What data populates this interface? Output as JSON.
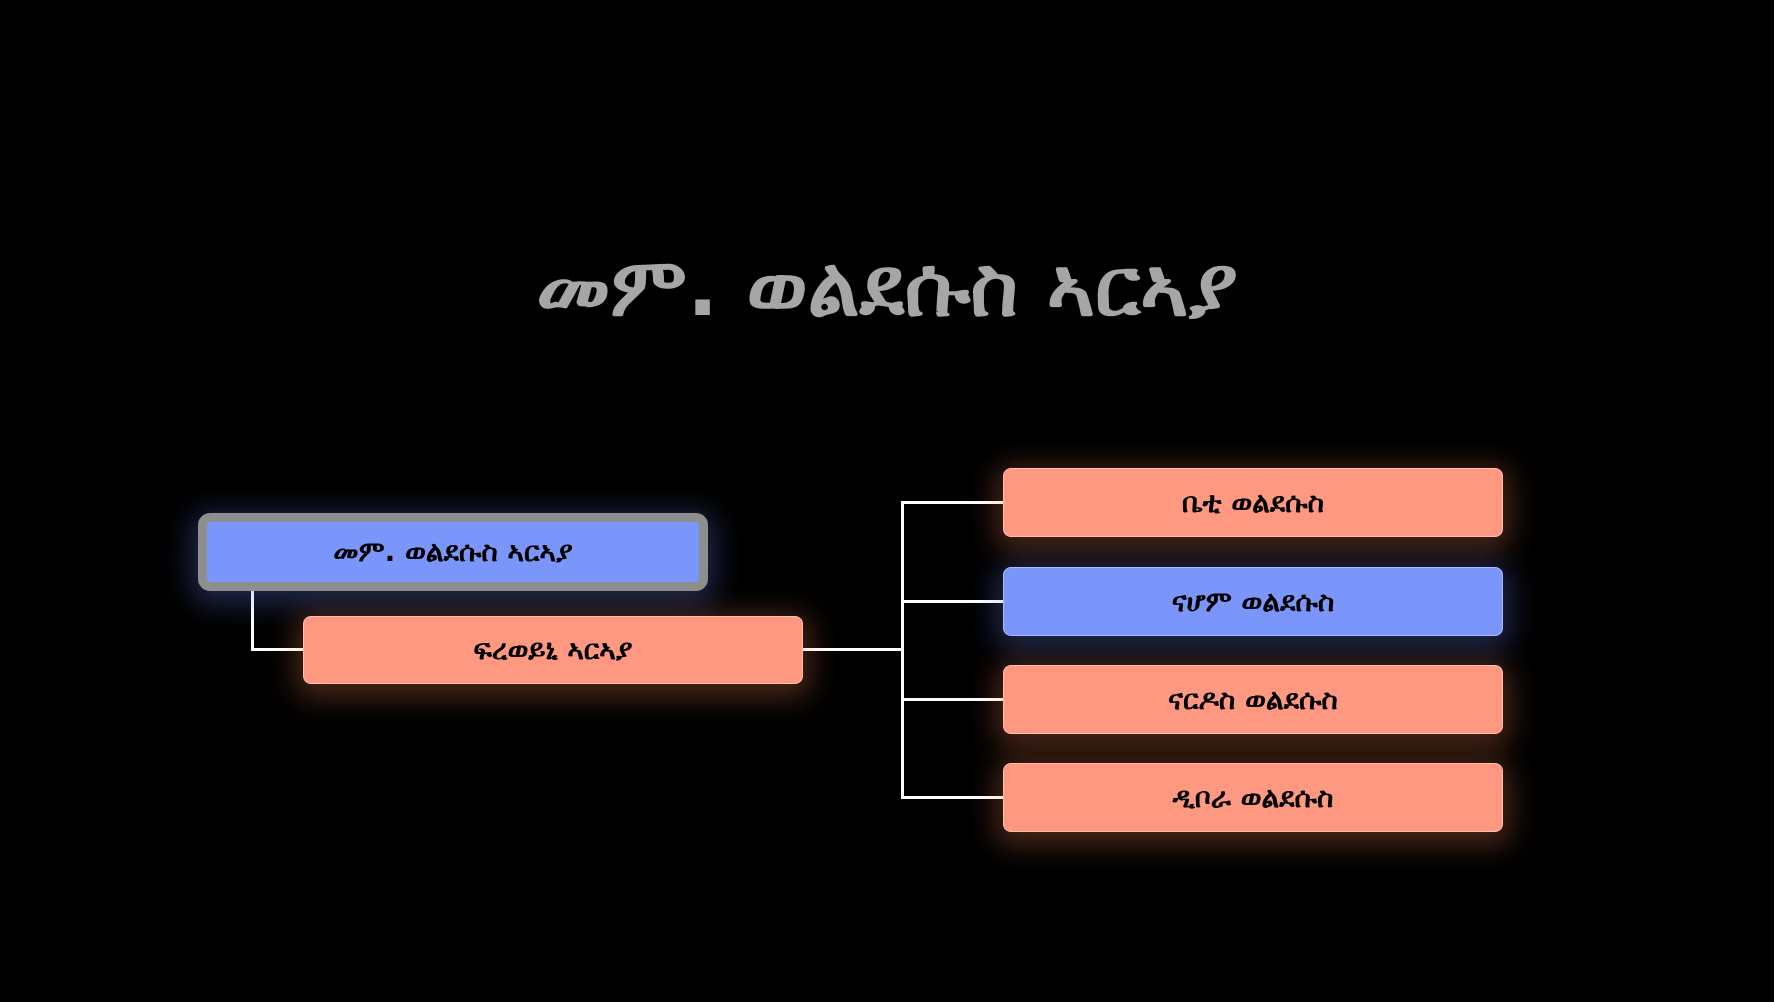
{
  "title": "መም. ወልደሱስ ኣርኣያ",
  "root": {
    "label": "መም. ወልደሱስ ኣርኣያ"
  },
  "spouse": {
    "label": "ፍረወይኒ ኣርኣያ"
  },
  "children": [
    {
      "label": "ቤቲ ወልደሱስ"
    },
    {
      "label": "ናሆም ወልደሱስ"
    },
    {
      "label": "ናርዶስ ወልደሱስ"
    },
    {
      "label": "ዲቦራ ወልደሱስ"
    }
  ],
  "colors": {
    "orange": "#ff9880",
    "blue": "#7b96fa",
    "title": "#a6a6a6",
    "root_border": "#8e8e8e"
  }
}
